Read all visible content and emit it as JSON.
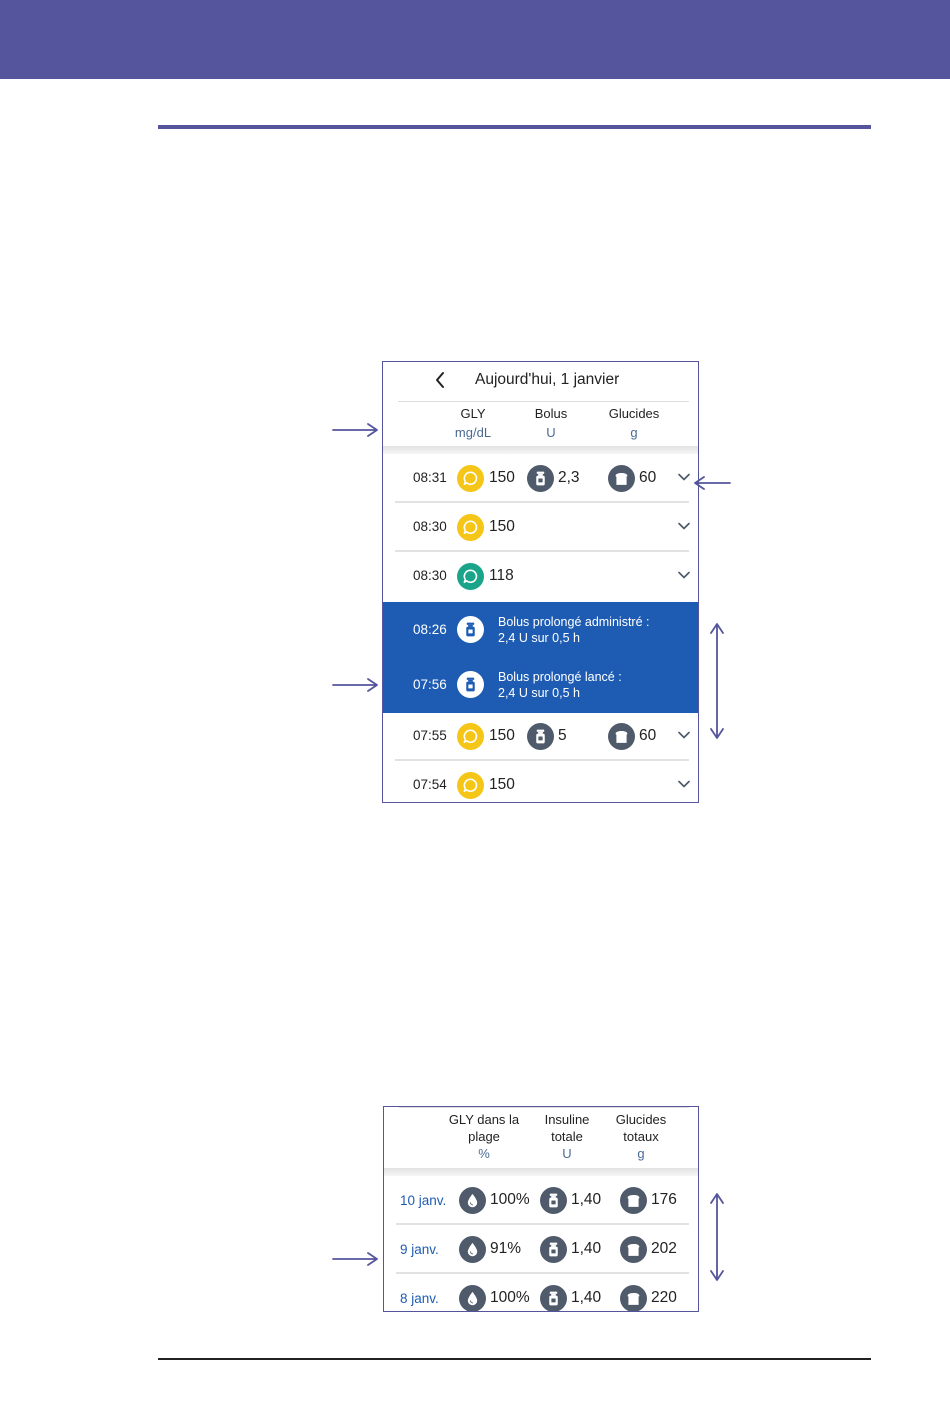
{
  "colors": {
    "band": "#55559d",
    "highlight": "#1e5cb3",
    "bg_yellow": "#f5c518",
    "bg_green": "#1aa58b",
    "icon_gray": "#4f5a6b"
  },
  "screen1": {
    "title": "Aujourd'hui, 1 janvier",
    "columns": [
      {
        "label": "GLY",
        "unit": "mg/dL"
      },
      {
        "label": "Bolus",
        "unit": "U"
      },
      {
        "label": "Glucides",
        "unit": "g"
      }
    ],
    "rows": [
      {
        "time": "08:31",
        "bg": "150",
        "bg_icon": "bg-yellow-icon",
        "bolus": "2,3",
        "carbs": "60"
      },
      {
        "time": "08:30",
        "bg": "150",
        "bg_icon": "bg-yellow-icon"
      },
      {
        "time": "08:30",
        "bg": "118",
        "bg_icon": "bg-green-icon"
      },
      {
        "time": "07:55",
        "bg": "150",
        "bg_icon": "bg-yellow-icon",
        "bolus": "5",
        "carbs": "60"
      },
      {
        "time": "07:54",
        "bg": "150",
        "bg_icon": "bg-yellow-icon"
      }
    ],
    "events": [
      {
        "time": "08:26",
        "line1": "Bolus prolongé administré :",
        "line2": "2,4 U sur 0,5 h",
        "icon": "insulin-vial-icon"
      },
      {
        "time": "07:56",
        "line1": "Bolus prolongé lancé :",
        "line2": "2,4 U sur 0,5 h",
        "icon": "insulin-vial-icon"
      }
    ]
  },
  "screen2": {
    "columns": [
      {
        "label": "GLY dans la plage",
        "unit": "%"
      },
      {
        "label": "Insuline totale",
        "unit": "U"
      },
      {
        "label": "Glucides totaux",
        "unit": "g"
      }
    ],
    "rows": [
      {
        "date": "10 janv.",
        "in_range": "100%",
        "insulin": "1,40",
        "carbs": "176"
      },
      {
        "date": "9 janv.",
        "in_range": "91%",
        "insulin": "1,40",
        "carbs": "202"
      },
      {
        "date": "8 janv.",
        "in_range": "100%",
        "insulin": "1,40",
        "carbs": "220"
      }
    ]
  }
}
